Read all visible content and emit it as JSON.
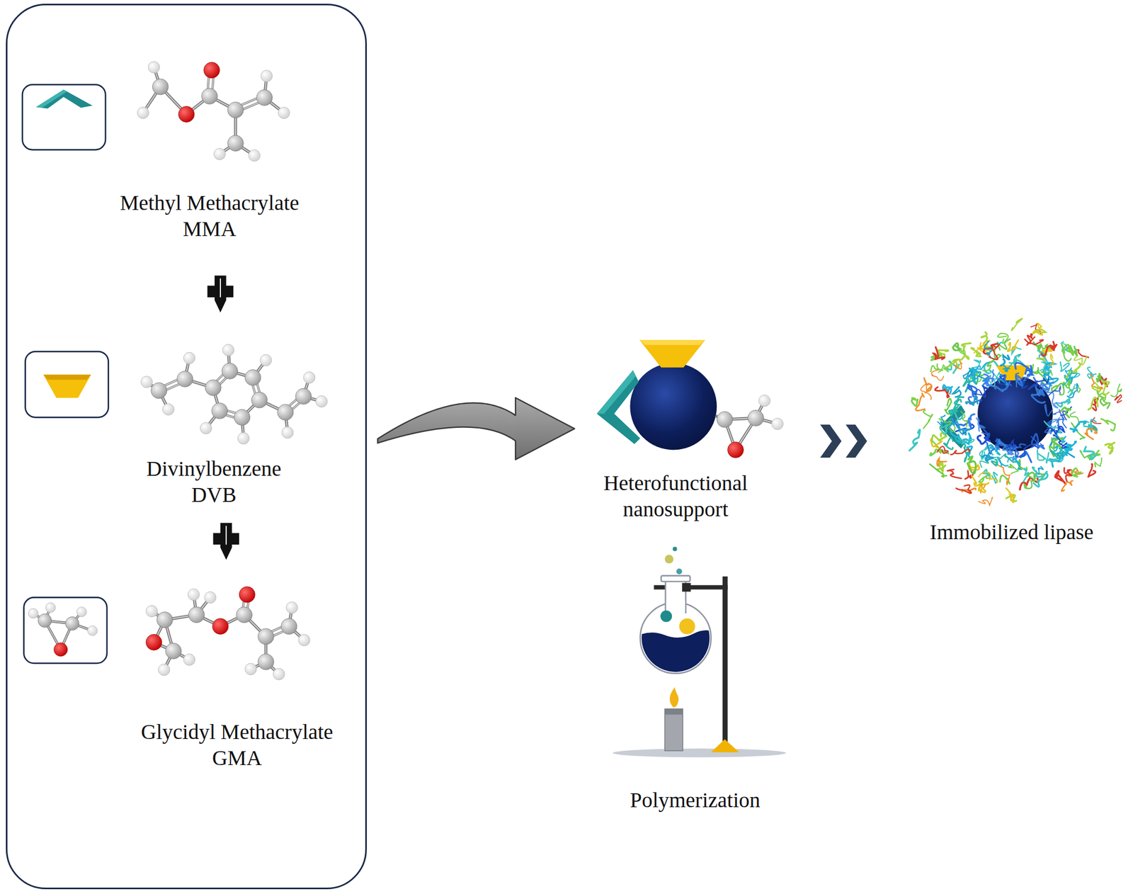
{
  "diagram": {
    "nodes": [
      {
        "text": [
          "Methyl Methacrylate MMA",
          "Divinylbenzene DVB",
          "Glycidyl Methacrylate GMA"
        ]
      },
      {
        "text": [
          "Heterofunctional nanosupport"
        ]
      },
      {
        "text": [
          "Immobilized lipase"
        ]
      }
    ],
    "edges": [
      {
        "from": 0,
        "to": 1,
        "arrow": "to"
      },
      {
        "from": 1,
        "to": 2,
        "arrow": "to"
      }
    ],
    "labels": [
      "Polymerization"
    ]
  }
}
